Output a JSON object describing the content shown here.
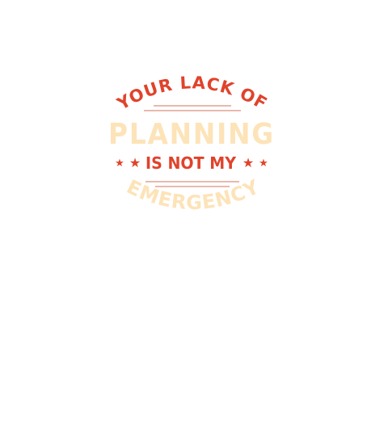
{
  "design": {
    "line_top": "YOUR LACK OF",
    "line_main": "PLANNING",
    "line_middle": "IS NOT MY",
    "line_bottom": "EMERGENCY",
    "star_glyph": "★",
    "colors": {
      "red": "#e0432b",
      "cream": "#fde3b8",
      "line": "#d98f7e",
      "background": "#ffffff"
    }
  }
}
